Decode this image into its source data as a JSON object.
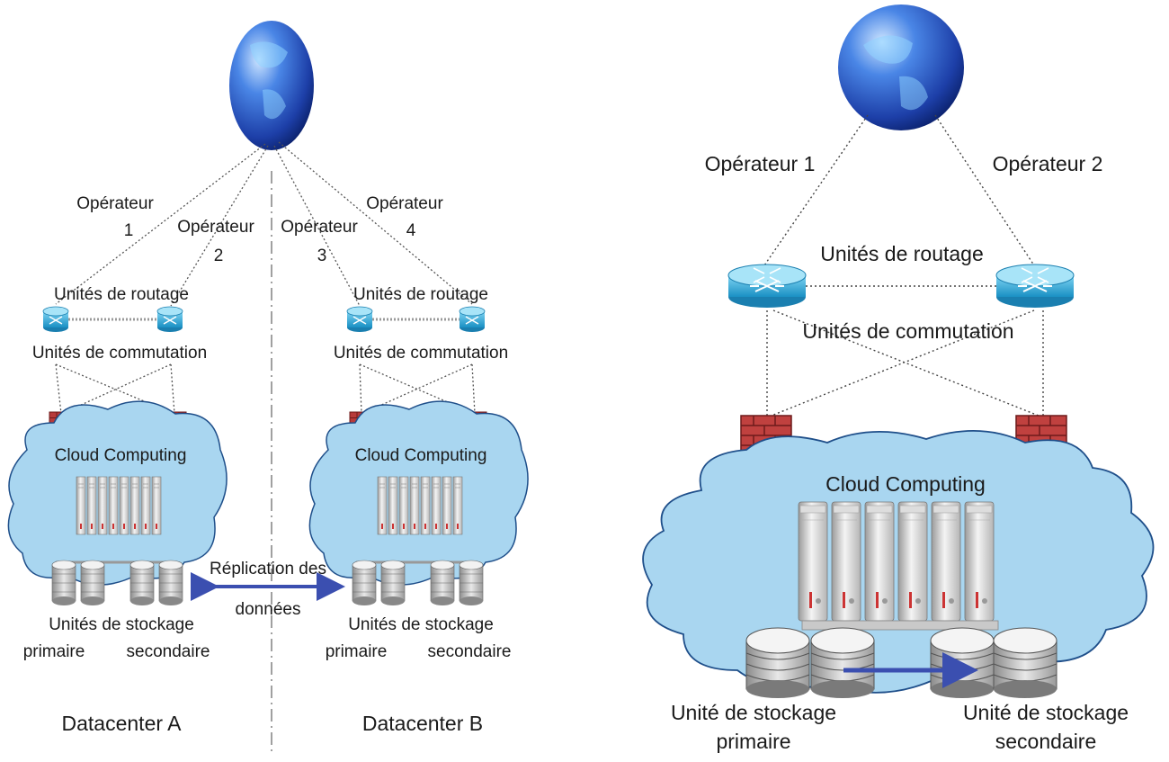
{
  "left": {
    "operators": [
      {
        "line1": "Opérateur",
        "line2": "1"
      },
      {
        "line1": "Opérateur",
        "line2": "2"
      },
      {
        "line1": "Opérateur",
        "line2": "3"
      },
      {
        "line1": "Opérateur",
        "line2": "4"
      }
    ],
    "routing_label": "Unités de routage",
    "switching_label": "Unités de commutation",
    "cloud_label": "Cloud Computing",
    "storage_label": "Unités de stockage",
    "primary_label": "primaire",
    "secondary_label": "secondaire",
    "replication_line1": "Réplication des",
    "replication_line2": "données",
    "datacenter_a": "Datacenter A",
    "datacenter_b": "Datacenter B"
  },
  "right": {
    "operator1": "Opérateur 1",
    "operator2": "Opérateur 2",
    "routing_label": "Unités de routage",
    "switching_label": "Unités de commutation",
    "cloud_label": "Cloud Computing",
    "primary_line1": "Unité de stockage",
    "primary_line2": "primaire",
    "secondary_line1": "Unité de stockage",
    "secondary_line2": "secondaire"
  },
  "colors": {
    "cloud_fill": "#a9d6f0",
    "cloud_stroke": "#1f4f8a",
    "router": "#2fa8d6",
    "firewall": "#b83a3a",
    "arrow": "#3b4fb0",
    "globe": "#2c58c8"
  }
}
